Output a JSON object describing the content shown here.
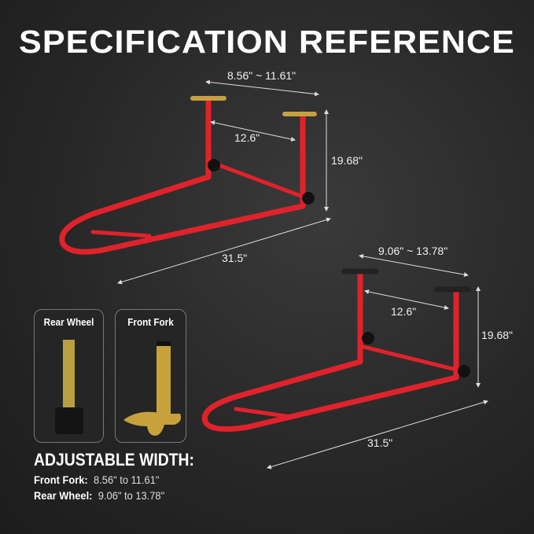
{
  "title": "SPECIFICATION REFERENCE",
  "top_stand": {
    "width_range": "8.56\" ~ 11.61\"",
    "inner_width": "12.6\"",
    "height": "19.68\"",
    "length": "31.5\""
  },
  "bottom_stand": {
    "width_range": "9.06\" ~ 13.78\"",
    "inner_width": "12.6\"",
    "height": "19.68\"",
    "length": "31.5\""
  },
  "attachments": [
    {
      "label": "Rear Wheel"
    },
    {
      "label": "Front Fork"
    }
  ],
  "adjustable": {
    "heading": "ADJUSTABLE WIDTH:",
    "rows": [
      {
        "label": "Front Fork",
        "sep": ":",
        "value": "8.56\" to 11.61\""
      },
      {
        "label": "Rear Wheel",
        "sep": ":",
        "value": "9.06\" to 13.78\""
      }
    ]
  },
  "colors": {
    "stand": "#e0222b",
    "bg": "#2a2a2a"
  }
}
